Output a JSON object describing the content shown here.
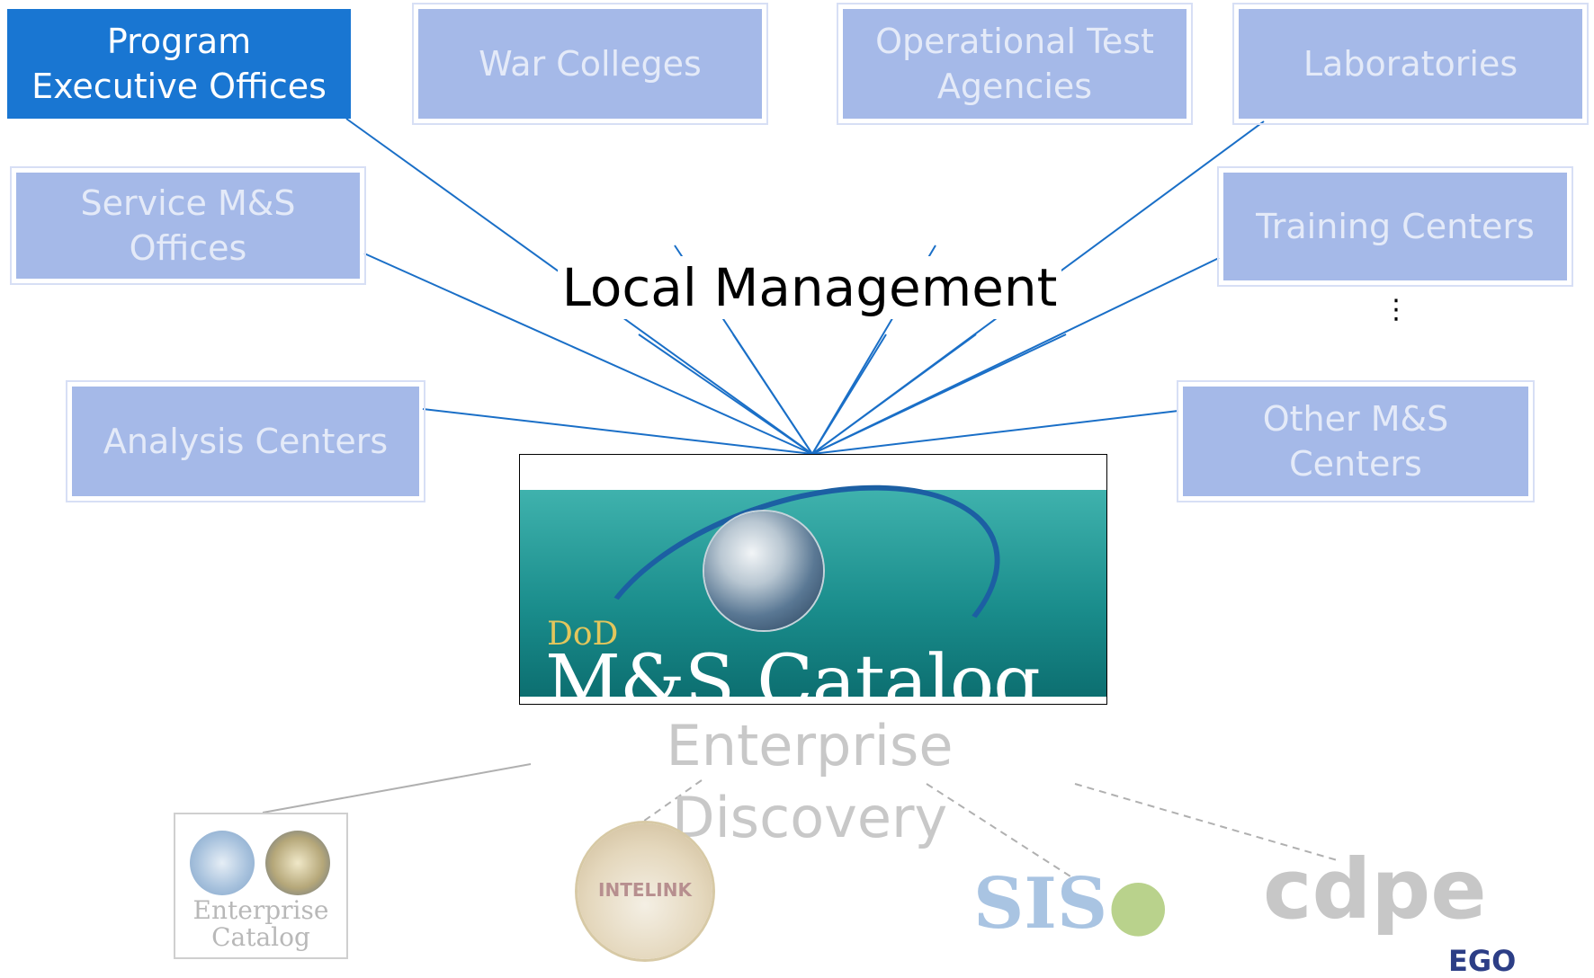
{
  "hub": {
    "label": "Local Management",
    "more_marker": "⋮"
  },
  "nodes": [
    {
      "id": "peo",
      "label": "Program\nExecutive Offices",
      "active": true
    },
    {
      "id": "war",
      "label": "War Colleges",
      "active": false
    },
    {
      "id": "ota",
      "label": "Operational Test\nAgencies",
      "active": false
    },
    {
      "id": "labs",
      "label": "Laboratories",
      "active": false
    },
    {
      "id": "service",
      "label": "Service M&S\nOffices",
      "active": false
    },
    {
      "id": "training",
      "label": "Training Centers",
      "active": false
    },
    {
      "id": "analysis",
      "label": "Analysis Centers",
      "active": false
    },
    {
      "id": "other",
      "label": "Other M&S\nCenters",
      "active": false
    }
  ],
  "catalog": {
    "dod": "DoD",
    "title": "M&S Catalog"
  },
  "discovery": {
    "label": "Enterprise Discovery",
    "logos": {
      "enterprise_catalog": "Enterprise\nCatalog",
      "intelink": "INTELINK",
      "siso": "SIS",
      "cdpe": "cdpe",
      "corner": "EGO"
    }
  },
  "colors": {
    "active_node": "#1976d2",
    "inactive_node": "#a5b9e8",
    "connector": "#1a6fc7",
    "discovery_connector": "#b0b0b0"
  }
}
